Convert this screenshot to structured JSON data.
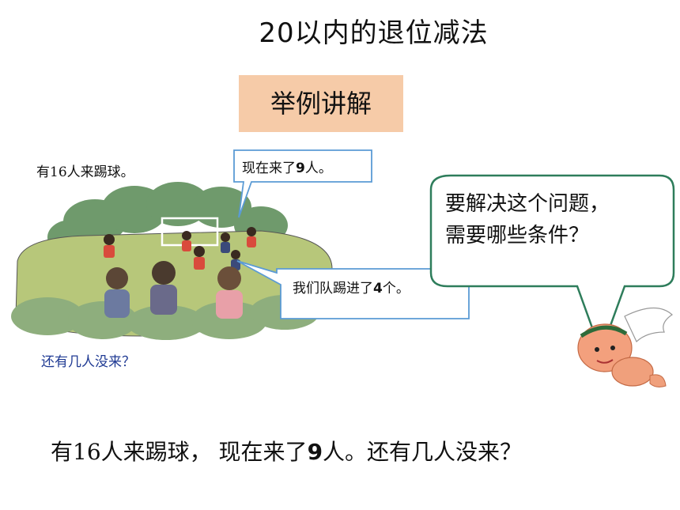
{
  "slide": {
    "title": "20以内的退位减法",
    "section_tag": "举例讲解"
  },
  "illustration": {
    "caption_top": "有16人来踢球。",
    "caption_bottom": "还有几人没来？",
    "bubble_now": {
      "prefix": "现在来了",
      "number": "9",
      "suffix": "人。"
    },
    "bubble_team": {
      "prefix": "我们队踢进了",
      "number": "4",
      "suffix": "个。"
    }
  },
  "helper_bubble": {
    "line1": "要解决这个问题，",
    "line2": "需要哪些条件？"
  },
  "problem": {
    "part1": "有16人来踢球，",
    "part2": "现在来了",
    "number": "9",
    "part3": "人。还有几人没来？"
  },
  "colors": {
    "tag_bg": "#f6cba8",
    "bubble_border": "#5b9bd5",
    "helper_border": "#2e7d5b",
    "caption_blue": "#1f3a93"
  }
}
